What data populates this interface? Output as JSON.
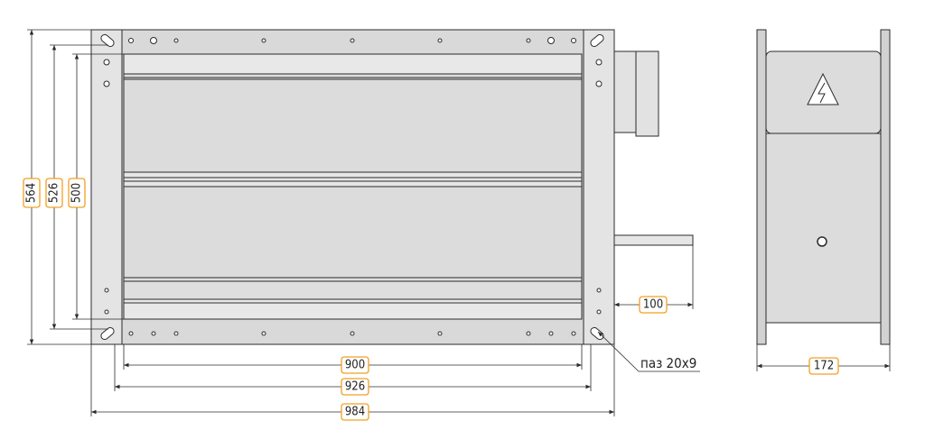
{
  "dimensions": {
    "height_outer": "564",
    "height_mid": "526",
    "height_inner": "500",
    "width_inner": "900",
    "width_mid": "926",
    "width_outer": "984",
    "shaft_length": "100",
    "depth": "172"
  },
  "notes": {
    "slot": "паз 20х9"
  },
  "colors": {
    "line": "#2b2b2b",
    "panel": "#dcdcdc",
    "panel_dark": "#c9c9c9",
    "label_border": "#f0a020",
    "label_text": "#222222"
  },
  "icons": {
    "warning": "high-voltage-warning-icon"
  }
}
